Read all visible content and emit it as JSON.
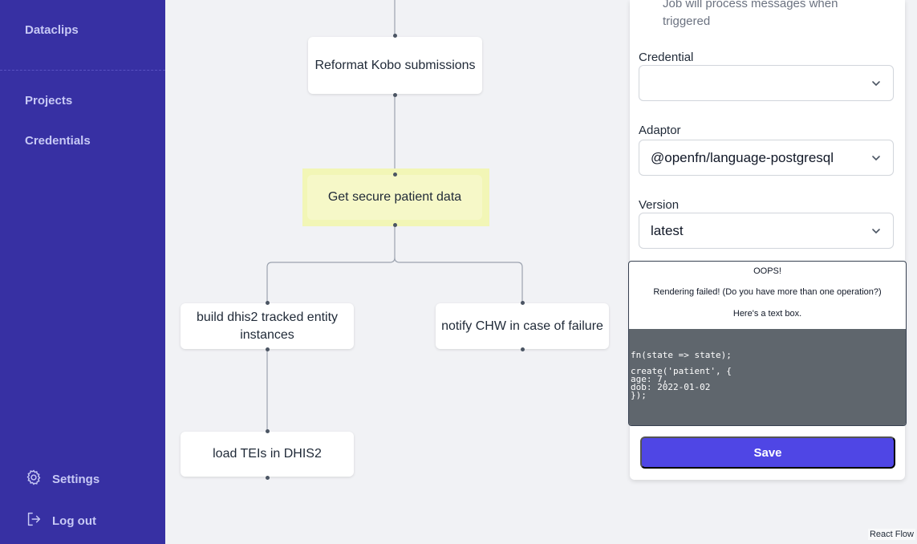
{
  "sidebar": {
    "top_items": [
      {
        "label": "Dataclips"
      },
      {
        "label": "Projects"
      },
      {
        "label": "Credentials"
      }
    ],
    "bottom_items": [
      {
        "label": "Settings",
        "icon": "gear-icon"
      },
      {
        "label": "Log out",
        "icon": "logout-icon"
      }
    ]
  },
  "workflow": {
    "nodes": [
      {
        "label": "Reformat Kobo submissions"
      },
      {
        "label": "Get secure patient data",
        "selected": true
      },
      {
        "label": "build dhis2 tracked entity instances"
      },
      {
        "label": "notify CHW in case of failure"
      },
      {
        "label": "load TEIs in DHIS2"
      }
    ],
    "attribution": "React Flow"
  },
  "panel": {
    "trigger_hint": "Job will process messages when triggered",
    "credential": {
      "label": "Credential",
      "value": ""
    },
    "adaptor": {
      "label": "Adaptor",
      "value": "@openfn/language-postgresql"
    },
    "version": {
      "label": "Version",
      "value": "latest"
    },
    "error": {
      "title": "OOPS!",
      "message": "Rendering failed! (Do you have more than one operation?)",
      "note": "Here's a text box.",
      "code": "fn(state => state);\n\ncreate('patient', {\nage: 7,\ndob: 2022-01-02\n});"
    },
    "save_label": "Save"
  },
  "colors": {
    "sidebar_bg": "#3730a3",
    "accent": "#4f46e5",
    "selected_node": "#f2f6b6"
  }
}
